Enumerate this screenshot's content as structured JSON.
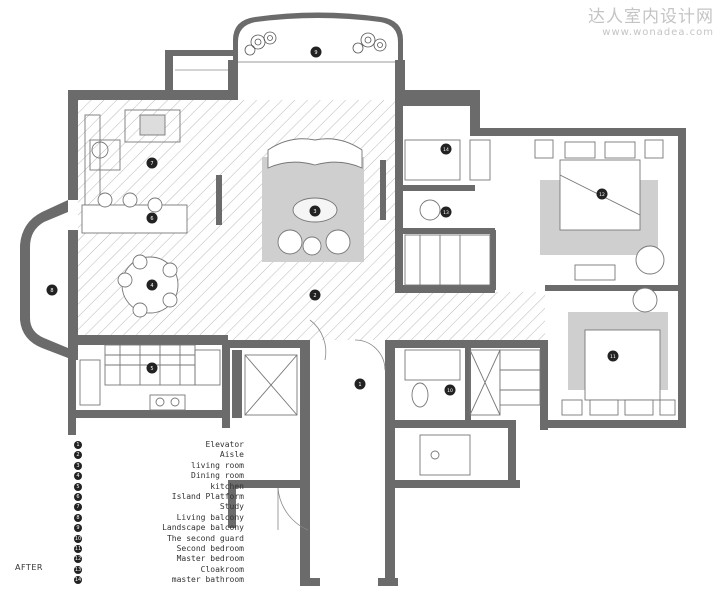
{
  "watermark": {
    "chinese": "达人室内设计网",
    "url": "www.wonadea.com"
  },
  "caption": "AFTER",
  "legend": [
    {
      "num": "1",
      "label": "Elevator"
    },
    {
      "num": "2",
      "label": "Aisle"
    },
    {
      "num": "3",
      "label": "living room"
    },
    {
      "num": "4",
      "label": "Dining room"
    },
    {
      "num": "5",
      "label": "kitchen"
    },
    {
      "num": "6",
      "label": "Island Platform"
    },
    {
      "num": "7",
      "label": "Study"
    },
    {
      "num": "8",
      "label": "Living balcony"
    },
    {
      "num": "9",
      "label": "Landscape balcony"
    },
    {
      "num": "10",
      "label": "The second guard"
    },
    {
      "num": "11",
      "label": "Second bedroom"
    },
    {
      "num": "12",
      "label": "Master bedroom"
    },
    {
      "num": "13",
      "label": "Cloakroom"
    },
    {
      "num": "14",
      "label": "master bathroom"
    }
  ],
  "markers": [
    "1",
    "2",
    "3",
    "4",
    "5",
    "6",
    "7",
    "8",
    "9",
    "10",
    "11",
    "12",
    "13",
    "14"
  ],
  "colors": {
    "wall": "#6b6b6b",
    "hatch": "#bdbdbd",
    "rug": "#cfcfcf",
    "marker": "#222222"
  }
}
